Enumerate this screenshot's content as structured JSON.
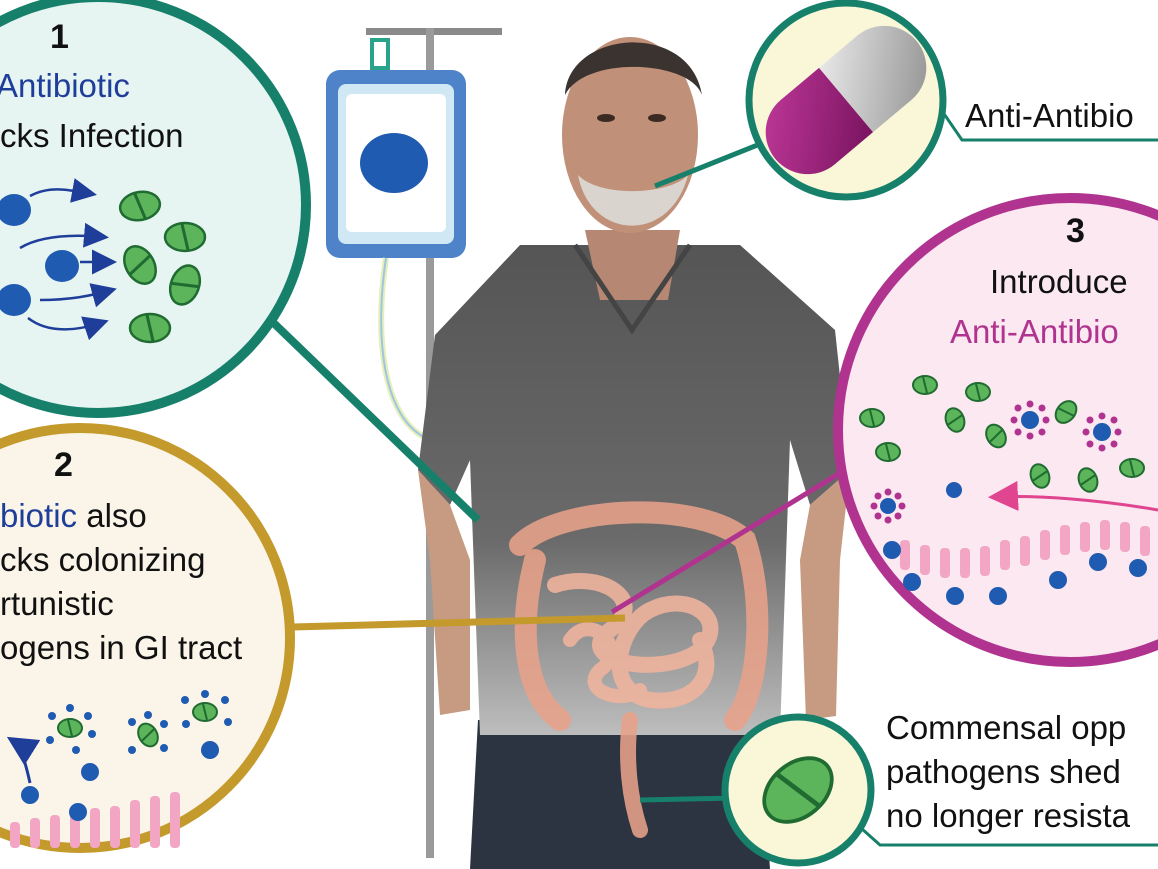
{
  "panel1": {
    "number": "1",
    "line1": "Antibiotic",
    "line2": "cks Infection"
  },
  "panel2": {
    "number": "2",
    "line1_a": "biotic",
    "line1_b": " also",
    "line2": "cks colonizing",
    "line3": "rtunistic",
    "line4": "ogens in GI tract"
  },
  "panel3": {
    "number": "3",
    "line1": "Introduce",
    "line2": "Anti-Antibio"
  },
  "pill_label": "Anti-Antibio",
  "bottom_label": {
    "line1": "Commensal opp",
    "line2": "pathogens shed",
    "line3": "no longer resista"
  },
  "colors": {
    "teal": "#17806b",
    "gold": "#c49a2c",
    "magenta": "#b0348f",
    "antibiotic_blue": "#1f5bb0",
    "bacteria_green": "#4daa4e"
  }
}
